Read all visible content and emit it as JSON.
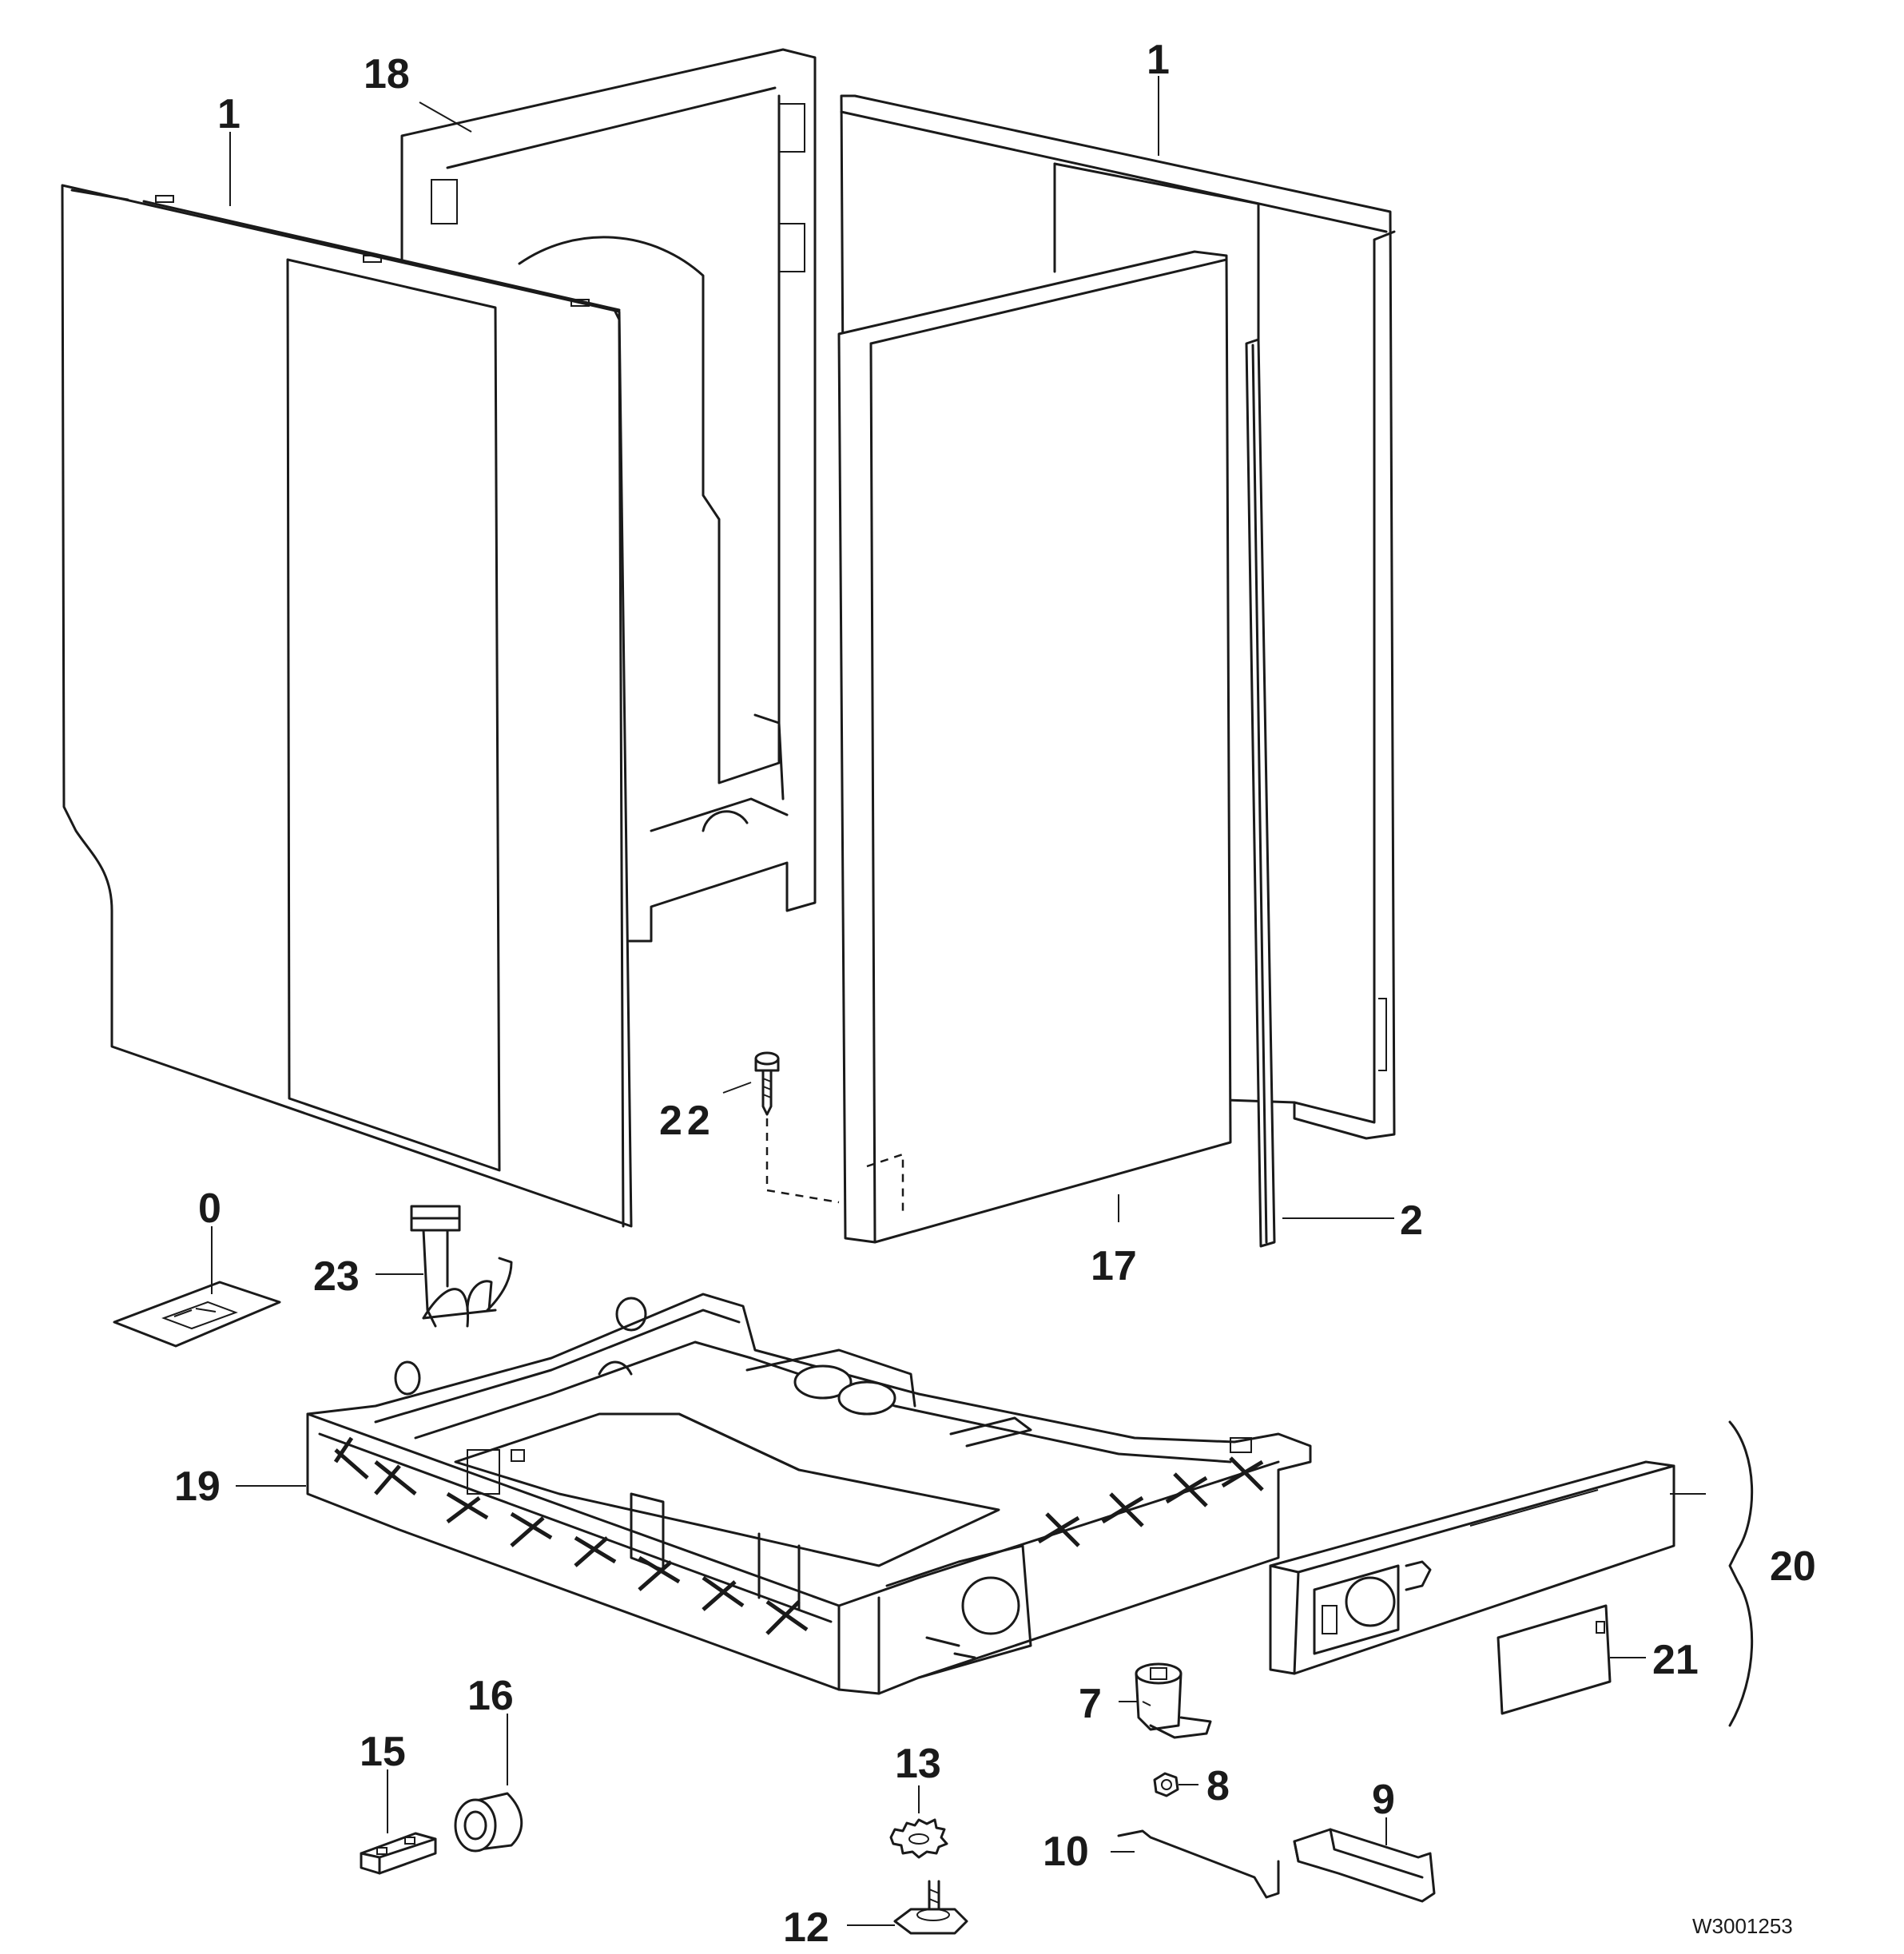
{
  "diagram_code": "W3001253",
  "callouts": [
    {
      "id": "side-panel-left",
      "text": "1"
    },
    {
      "id": "rear-panel",
      "text": "18"
    },
    {
      "id": "side-panel-right",
      "text": "1"
    },
    {
      "id": "screw",
      "text": "22"
    },
    {
      "id": "front-panel",
      "text": "17"
    },
    {
      "id": "seal-strip",
      "text": "2"
    },
    {
      "id": "label-plate",
      "text": "0"
    },
    {
      "id": "hose-clip",
      "text": "23"
    },
    {
      "id": "base-frame",
      "text": "19"
    },
    {
      "id": "plinth-assembly",
      "text": "20"
    },
    {
      "id": "plinth-plate",
      "text": "21"
    },
    {
      "id": "bracket",
      "text": "7"
    },
    {
      "id": "nut",
      "text": "8"
    },
    {
      "id": "slide",
      "text": "9"
    },
    {
      "id": "spring",
      "text": "10"
    },
    {
      "id": "washer",
      "text": "13"
    },
    {
      "id": "foot",
      "text": "12"
    },
    {
      "id": "roller",
      "text": "16"
    },
    {
      "id": "holder",
      "text": "15"
    }
  ]
}
